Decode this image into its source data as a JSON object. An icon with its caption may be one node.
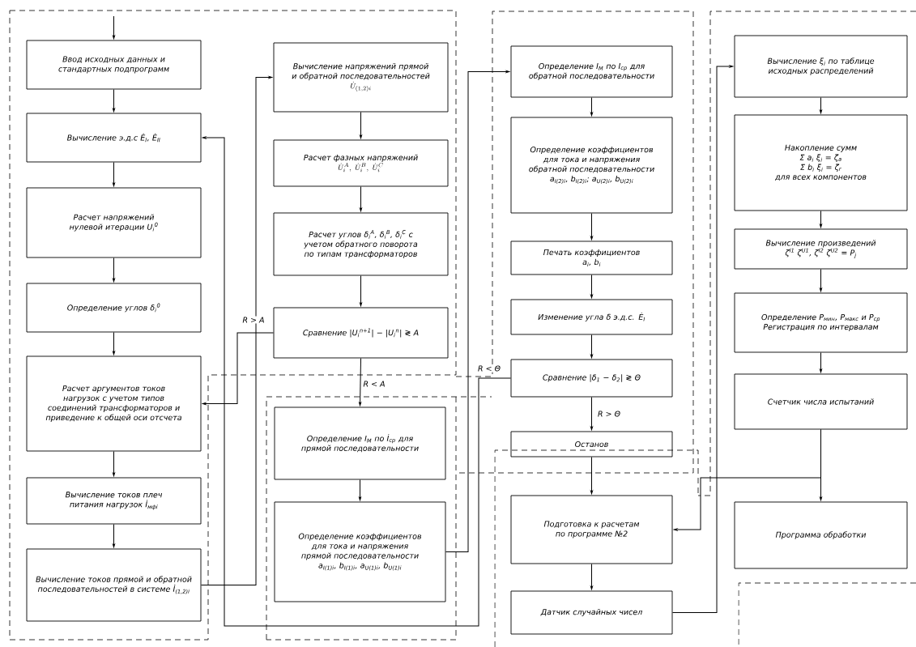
{
  "diagram": {
    "nodes": [
      {
        "text": [
          "Ввод исходных данных и стандартных подпрограмм"
        ]
      },
      {
        "text": [
          "Вычисление э.д.с Ė$_{I}$, Ė$_{II}$"
        ]
      },
      {
        "text": [
          "Расчет напряжений нулевой итерации U$_{i}$$^{0}$"
        ]
      },
      {
        "text": [
          "Определение углов δ$_{i}$$^{0}$"
        ]
      },
      {
        "text": [
          "Расчет аргументов токов нагрузок с учетом типов соединений трансформаторов и приведение к общей оси отсчета"
        ]
      },
      {
        "text": [
          "Вычисление токов плеч питания нагрузок İ$_{мфi}$"
        ]
      },
      {
        "text": [
          "Вычисление токов прямой и обратной последовательностей в системе İ$_{(1,2)i}$"
        ]
      },
      {
        "text": [
          "Вычисление напряжений прямой и обратной последовательностей",
          "\\dot{U}_{(1,2)i}"
        ]
      },
      {
        "text": [
          "Расчет фазных напряжений",
          "\\dot{U}_i^A,\\ \\dot{U}_i^B,\\ \\dot{U}_i^C"
        ]
      },
      {
        "text": [
          "Расчет углов δ$_{i}$$^{A}$, δ$_{i}$$^{B}$, δ$_{i}$$^{C}$ с учетом обратного поворота по типам трансформаторов"
        ]
      },
      {
        "text": [
          "Сравнение |U$_{i}$$^{n+1}$| − |U$_{i}$$^{n}$| ≷ A"
        ]
      },
      {
        "text": [
          "Определение I$_{М}$ по İ$_{ср}$ для прямой последовательности"
        ]
      },
      {
        "text": [
          "Определение коэффициентов для тока и напряжения прямой последовательности",
          "a$_{I(1)i}$, b$_{I(1)i}$, a$_{U(1)i}$, b$_{U(1)i}$"
        ]
      },
      {
        "text": [
          "Определение I$_{М}$ по I$_{ср}$ для обратной последовательности"
        ]
      },
      {
        "text": [
          "Определение коэффициентов для тока и напряжения обратной последовательности",
          "a$_{I(2)i}$, b$_{I(2)i}$; a$_{U(2)i}$, b$_{U(2)i}$"
        ]
      },
      {
        "text": [
          "Печать коэффициентов",
          "a$_{i}$, b$_{i}$"
        ]
      },
      {
        "text": [
          "Изменение угла δ э.д.с. Ė$_{I}$"
        ]
      },
      {
        "text": [
          "Сравнение |δ$_{1}$ − δ$_{2}$| ≷ Θ"
        ]
      },
      {
        "text": [
          "Останов"
        ]
      },
      {
        "text": [
          "Подготовка к расчетам по программе №2"
        ]
      },
      {
        "text": [
          "Датчик случайных чисел"
        ]
      },
      {
        "text": [
          "Вычисление ξ$_{i}$ по таблице исходных распределений"
        ]
      },
      {
        "text": [
          "Накопление сумм",
          "Σ a$_{i}$ ξ$_{i}$ = ζ$_{a}$",
          "Σ b$_{i}$ ξ$_{i}$ = ζ$_{r}$",
          "для всех компонентов"
        ]
      },
      {
        "text": [
          "Вычисление произведений",
          "ζ$^{I1}$ ζ$^{U1}$, ζ$^{I2}$ ζ$^{U2}$ = P$_{j}$"
        ]
      },
      {
        "text": [
          "Определение P$_{мин}$, P$_{макс}$ и P$_{ср}$ Регистрация по интервалам"
        ]
      },
      {
        "text": [
          "Счетчик числа испытаний"
        ]
      },
      {
        "text": [
          "Программа обработки"
        ]
      }
    ],
    "edges": [
      {
        "from": null,
        "to": 0,
        "arrow": "to"
      },
      {
        "from": 0,
        "to": 1,
        "arrow": "to"
      },
      {
        "from": 1,
        "to": 2,
        "arrow": "to"
      },
      {
        "from": 2,
        "to": 3,
        "arrow": "to"
      },
      {
        "from": 3,
        "to": 4,
        "arrow": "to"
      },
      {
        "from": 4,
        "to": 5,
        "arrow": "to"
      },
      {
        "from": 5,
        "to": 6,
        "arrow": "to"
      },
      {
        "from": 6,
        "to": 7,
        "arrow": "to"
      },
      {
        "from": 7,
        "to": 8,
        "arrow": "to"
      },
      {
        "from": 8,
        "to": 9,
        "arrow": "to"
      },
      {
        "from": 9,
        "to": 10,
        "arrow": "to"
      },
      {
        "from": 10,
        "to": 4,
        "arrow": "to",
        "label": "R > A"
      },
      {
        "from": 10,
        "to": 11,
        "arrow": "to",
        "label": "R < A"
      },
      {
        "from": 11,
        "to": 12,
        "arrow": "to"
      },
      {
        "from": 12,
        "to": 13,
        "arrow": "to"
      },
      {
        "from": 13,
        "to": 14,
        "arrow": "to"
      },
      {
        "from": 14,
        "to": 15,
        "arrow": "to"
      },
      {
        "from": 15,
        "to": 16,
        "arrow": "to"
      },
      {
        "from": 16,
        "to": 17,
        "arrow": "to"
      },
      {
        "from": 17,
        "to": 1,
        "arrow": "to",
        "label": "R < Θ"
      },
      {
        "from": 17,
        "to": 18,
        "arrow": "to",
        "label": "R > Θ"
      },
      {
        "from": 18,
        "to": 19,
        "arrow": "to"
      },
      {
        "from": 19,
        "to": 20,
        "arrow": "to"
      },
      {
        "from": 20,
        "to": 21,
        "arrow": "to"
      },
      {
        "from": 21,
        "to": 22,
        "arrow": "to"
      },
      {
        "from": 22,
        "to": 23,
        "arrow": "to"
      },
      {
        "from": 23,
        "to": 24,
        "arrow": "to"
      },
      {
        "from": 24,
        "to": 25,
        "arrow": "to"
      },
      {
        "from": 25,
        "to": 26,
        "arrow": "to"
      },
      {
        "from": 25,
        "to": 19,
        "arrow": "to"
      }
    ]
  }
}
